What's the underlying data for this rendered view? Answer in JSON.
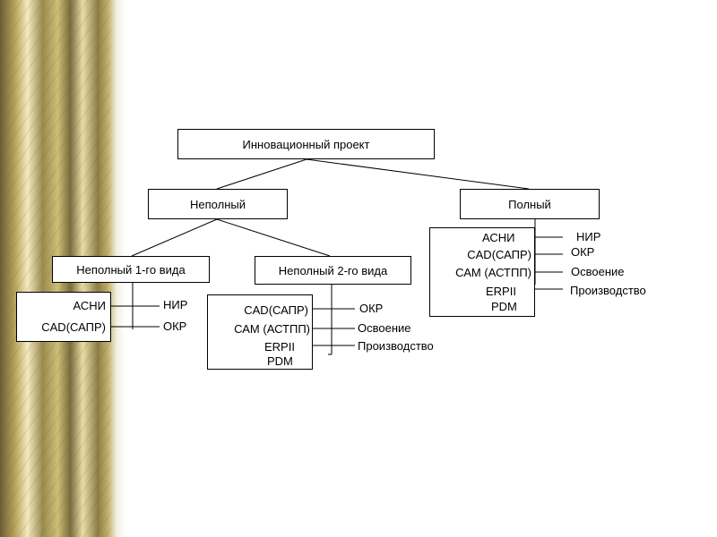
{
  "theme": {
    "band_colors": [
      "#f4eac0",
      "#cdbf77",
      "#7a6b3c",
      "#b8a35b",
      "#9a8a4e",
      "#6b5d34"
    ],
    "line_color": "#000000"
  },
  "root": {
    "label": "Инновационный проект"
  },
  "partial": {
    "label": "Неполный",
    "type1": {
      "label": "Неполный 1-го вида",
      "systems": [
        "АСНИ",
        "CAD(САПР)"
      ],
      "stages": [
        "НИР",
        "ОКР"
      ]
    },
    "type2": {
      "label": "Неполный 2-го вида",
      "systems": [
        "CAD(САПР)",
        "САМ (АСТПП)",
        "ERPII",
        "PDM"
      ],
      "stages": [
        "ОКР",
        "Освоение",
        "Производство"
      ]
    }
  },
  "full": {
    "label": "Полный",
    "systems": [
      "АСНИ",
      "CAD(САПР)",
      "САМ (АСТПП)",
      "ERPII",
      "PDM"
    ],
    "stages": [
      "НИР",
      "ОКР",
      "Освоение",
      "Производство"
    ]
  }
}
